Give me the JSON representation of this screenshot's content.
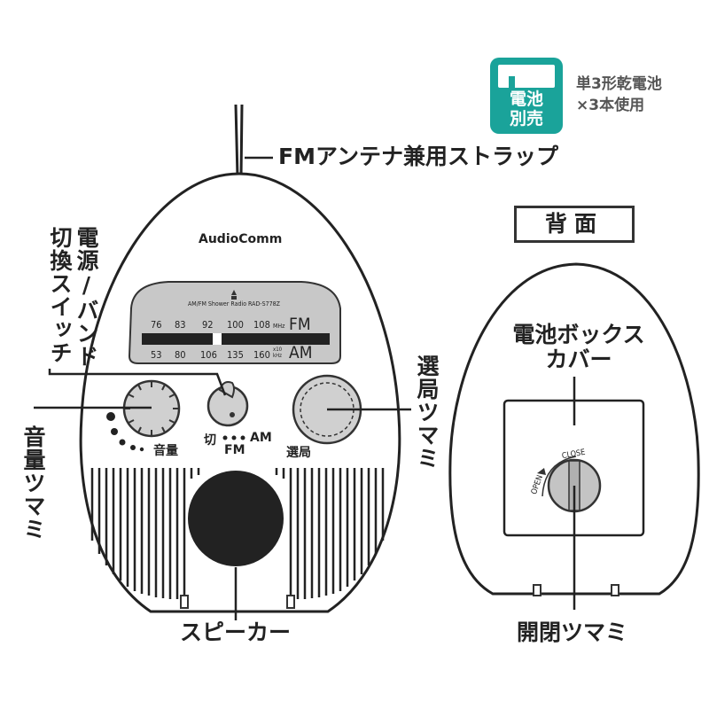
{
  "battery_badge": {
    "line1": "電池",
    "line2": "別売",
    "color": "#1aa39a"
  },
  "battery_note": {
    "line1": "単3形乾電池",
    "line2": "×3本使用"
  },
  "labels": {
    "antenna": "FMアンテナ兼用ストラップ",
    "power_band": "電源/バンド切換スイッチ",
    "volume": "音量ツマミ",
    "tuning": "選局ツマミ",
    "speaker": "スピーカー",
    "back_title": "背面",
    "battery_cover": "電池ボックスカバー",
    "open_close_knob": "開閉ツマミ"
  },
  "radio": {
    "brand": "AudioComm",
    "model_line": "AM/FM Shower Radio  RAD-S778Z",
    "fm_scale": [
      "76",
      "83",
      "92",
      "100",
      "108"
    ],
    "fm_unit": "MHz",
    "fm_band": "FM",
    "am_scale": [
      "53",
      "80",
      "106",
      "135",
      "160"
    ],
    "am_unit_line1": "x10",
    "am_unit_line2": "kHz",
    "am_band": "AM",
    "volume_label": "音量",
    "switch_off": "切",
    "switch_am": "AM",
    "switch_fm": "FM",
    "tuning_label": "選局"
  },
  "back": {
    "open": "OPEN",
    "close": "CLOSE"
  }
}
